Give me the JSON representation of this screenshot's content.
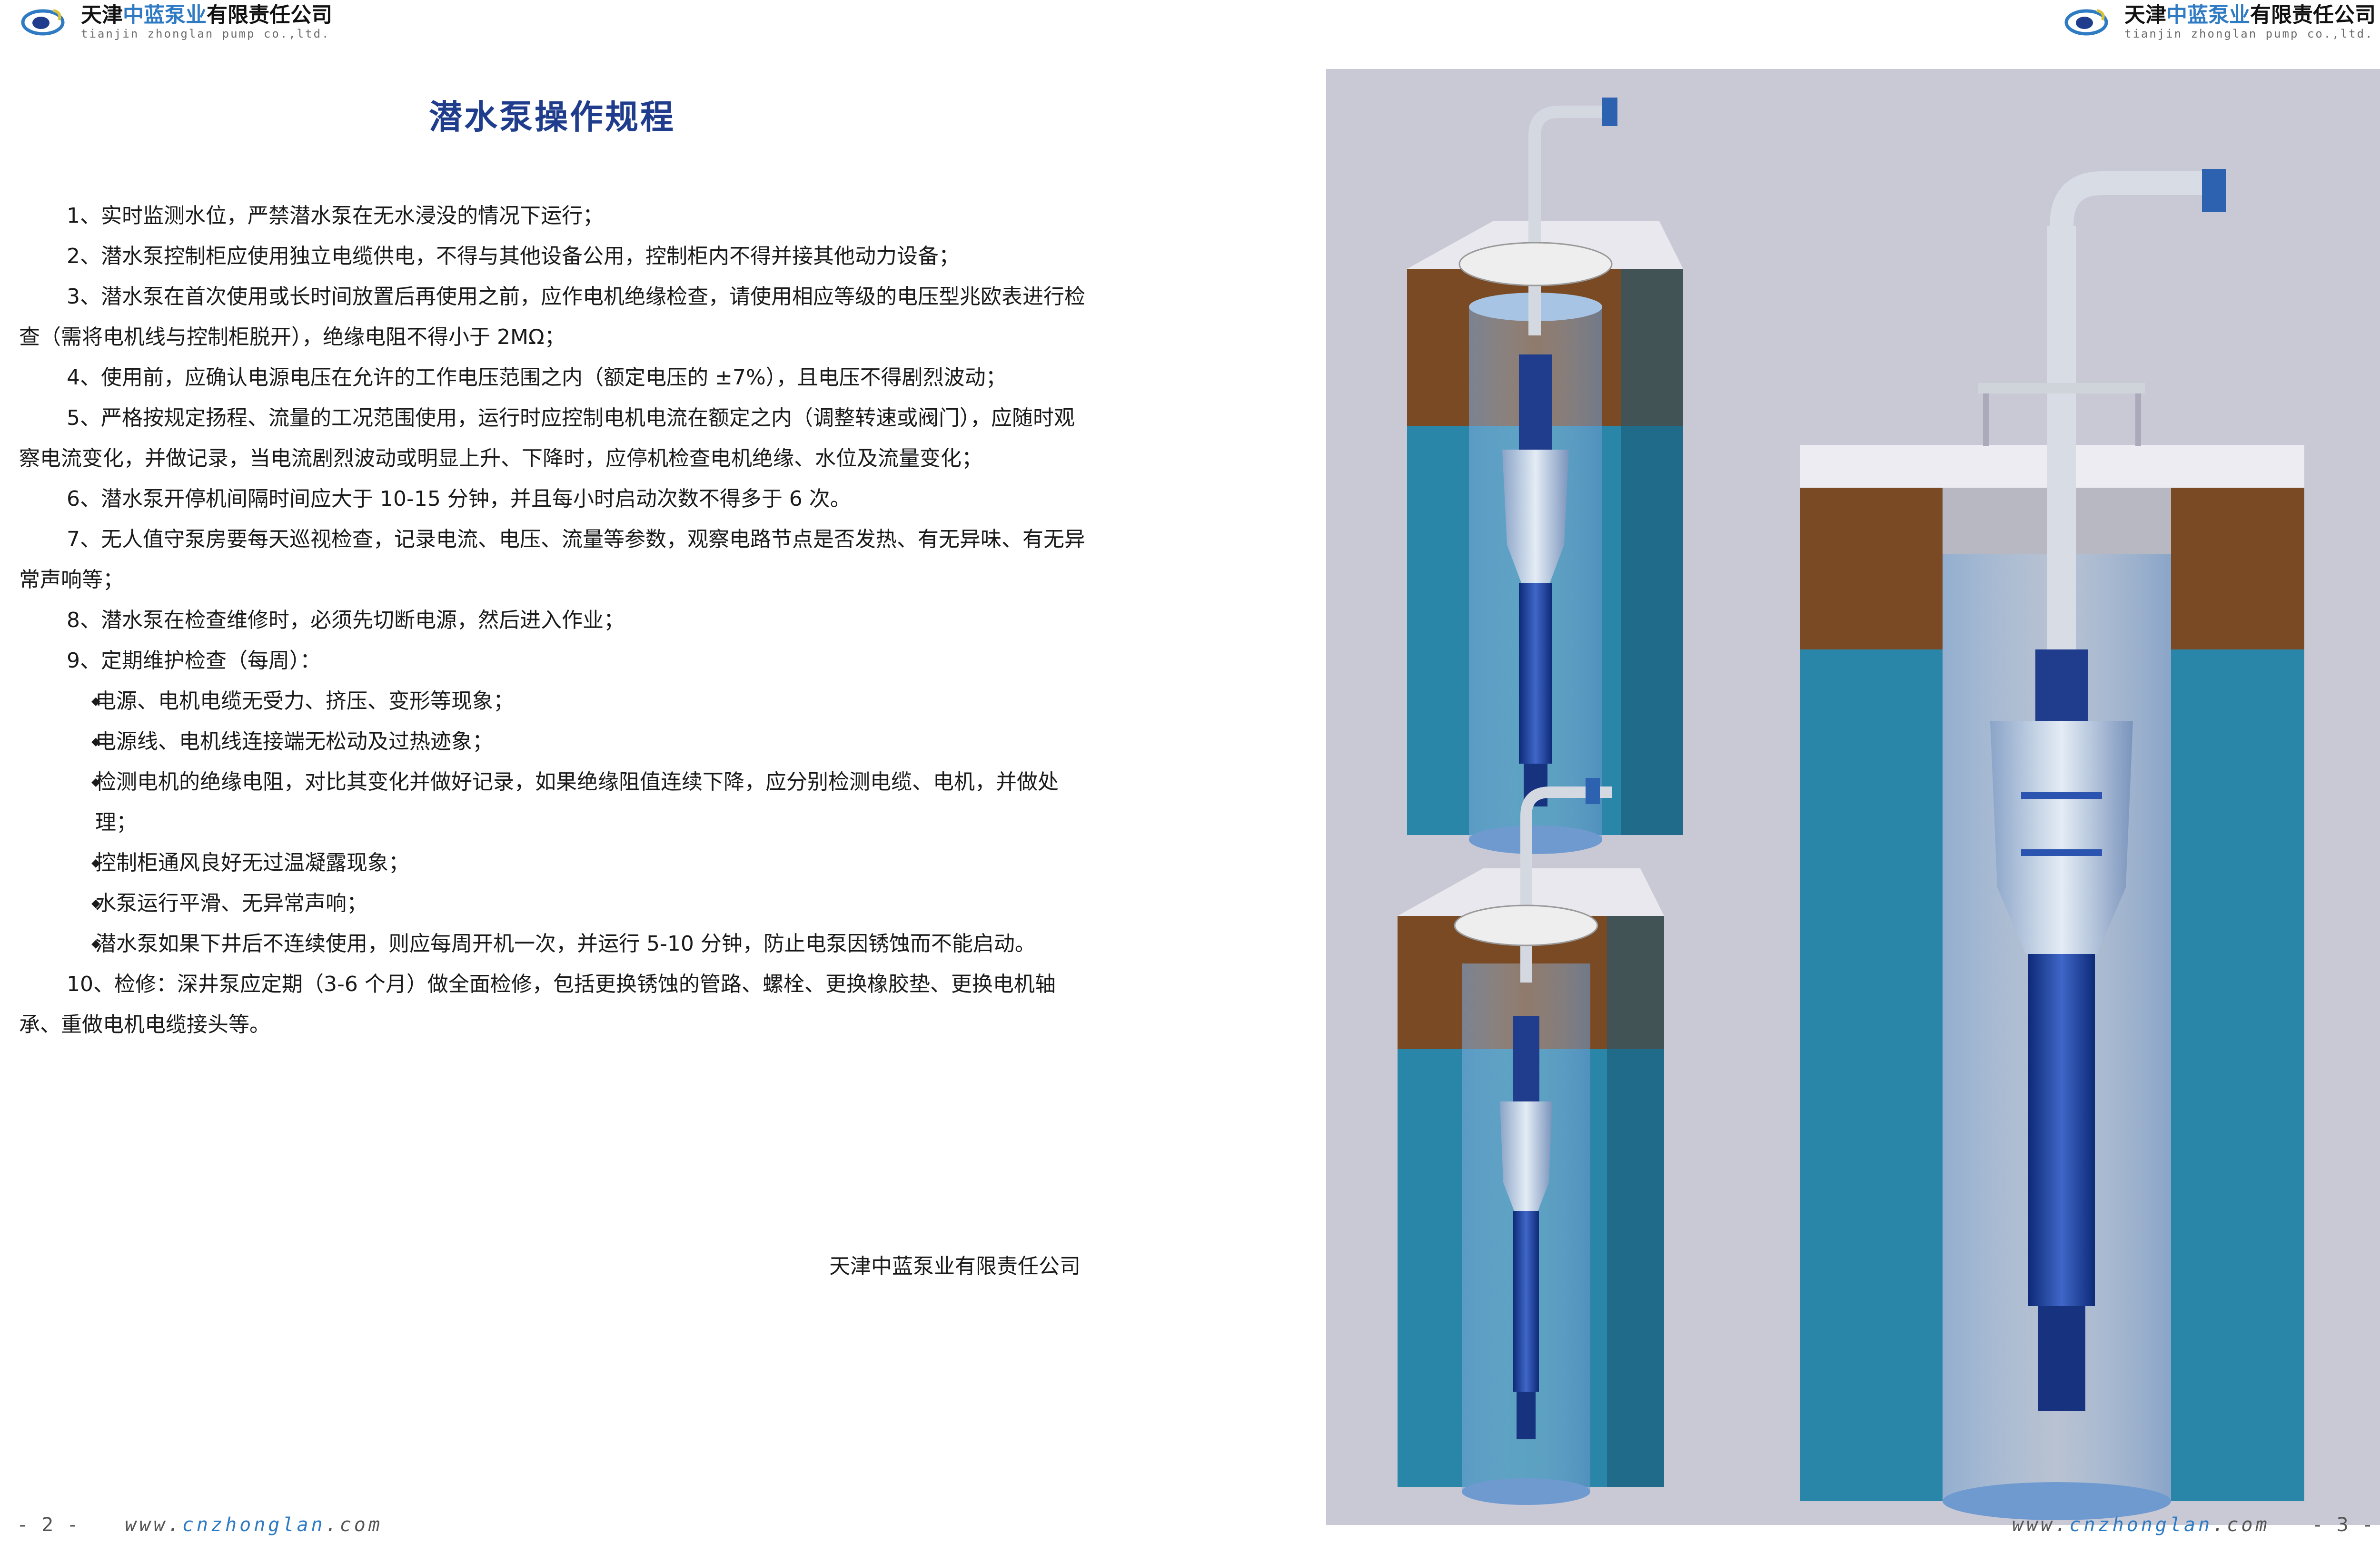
{
  "header": {
    "company_prefix": "天津",
    "company_highlight": "中蓝泵业",
    "company_suffix": "有限责任公司",
    "company_en": "tianjin zhonglan pump co.,ltd."
  },
  "document": {
    "title": "潜水泵操作规程",
    "items": [
      "1、实时监测水位，严禁潜水泵在无水浸没的情况下运行；",
      "2、潜水泵控制柜应使用独立电缆供电，不得与其他设备公用，控制柜内不得并接其他动力设备；",
      "3、潜水泵在首次使用或长时间放置后再使用之前，应作电机绝缘检查，请使用相应等级的电压型兆欧表进行检查（需将电机线与控制柜脱开），绝缘电阻不得小于 2MΩ；",
      "4、使用前，应确认电源电压在允许的工作电压范围之内（额定电压的 ±7%），且电压不得剧烈波动；",
      "5、严格按规定扬程、流量的工况范围使用，运行时应控制电机电流在额定之内（调整转速或阀门），应随时观察电流变化，并做记录，当电流剧烈波动或明显上升、下降时，应停机检查电机绝缘、水位及流量变化；",
      "6、潜水泵开停机间隔时间应大于 10-15 分钟，并且每小时启动次数不得多于 6 次。",
      "7、无人值守泵房要每天巡视检查，记录电流、电压、流量等参数，观察电路节点是否发热、有无异味、有无异常声响等；",
      "8、潜水泵在检查维修时，必须先切断电源，然后进入作业；",
      "9、定期维护检查（每周）："
    ],
    "sub_items": [
      "电源、电机电缆无受力、挤压、变形等现象；",
      "电源线、电机线连接端无松动及过热迹象；",
      "检测电机的绝缘电阻，对比其变化并做好记录，如果绝缘阻值连续下降，应分别检测电缆、电机，并做处理；",
      "控制柜通风良好无过温凝露现象；",
      "水泵运行平滑、无异常声响；",
      "潜水泵如果下井后不连续使用，则应每周开机一次，并运行 5-10 分钟，防止电泵因锈蚀而不能启动。"
    ],
    "item_10": "10、检修：深井泵应定期（3-6 个月）做全面检修，包括更换锈蚀的管路、螺栓、更换橡胶垫、更换电机轴承、重做电机电缆接头等。",
    "signature": "天津中蓝泵业有限责任公司"
  },
  "footer": {
    "left_page": "- 2 -",
    "right_page": "- 3 -",
    "url_prefix": "www.",
    "url_mid": "cnzhonglan",
    "url_suffix": ".com"
  },
  "colors": {
    "brand_blue": "#2e7bc4",
    "title_blue": "#1f3d8c",
    "soil_brown": "#7a4a24",
    "water_teal": "#2a86a8",
    "pump_blue": "#1c3f9a",
    "panel_bg": "#c9c9d6"
  },
  "icons": [
    "company-logo-icon"
  ]
}
